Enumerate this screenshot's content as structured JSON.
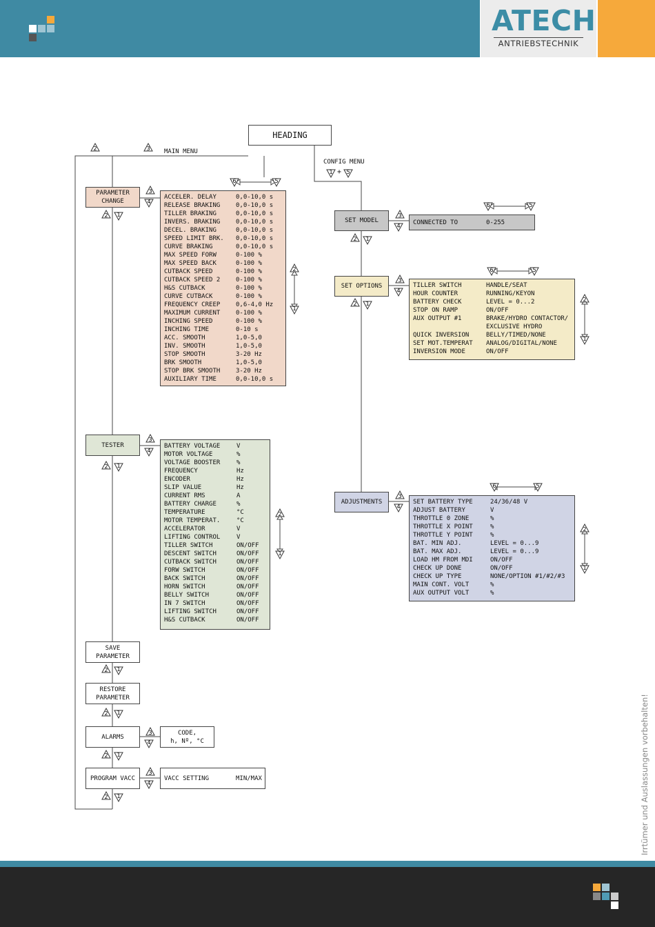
{
  "brand": {
    "name": "ATECH",
    "sub": "ANTRIEBSTECHNIK"
  },
  "colors": {
    "header": "#3f8aa3",
    "accent": "#f6a93b",
    "footer": "#262626",
    "param_fill": "#f1d8c9",
    "tester_fill": "#dfe6d6",
    "model_fill": "#c7c7c7",
    "options_fill": "#f4ebc8",
    "adjust_fill": "#d0d4e5"
  },
  "disclaimer": "Irrtümer und Auslassungen vorbehalten!",
  "diagram": {
    "heading": "HEADING",
    "main_menu_label": "MAIN MENU",
    "config_menu_label": "CONFIG MENU",
    "plus": "+",
    "keys": {
      "k1": "1",
      "k2": "2",
      "k3": "3",
      "k4": "4",
      "k5": "5",
      "k6": "6"
    },
    "menu": {
      "parameter_change": "PARAMETER\nCHANGE",
      "tester": "TESTER",
      "save_parameter": "SAVE\nPARAMETER",
      "restore_parameter": "RESTORE\nPARAMETER",
      "alarms": "ALARMS",
      "program_vacc": "PROGRAM VACC",
      "set_model": "SET MODEL",
      "set_options": "SET OPTIONS",
      "adjustments": "ADJUSTMENTS"
    },
    "parameters": [
      [
        "ACCELER. DELAY",
        "0,0-10,0 s"
      ],
      [
        "RELEASE BRAKING",
        "0,0-10,0 s"
      ],
      [
        "TILLER BRAKING",
        "0,0-10,0 s"
      ],
      [
        "INVERS. BRAKING",
        "0,0-10,0 s"
      ],
      [
        "DECEL. BRAKING",
        "0,0-10,0 s"
      ],
      [
        "SPEED LIMIT BRK.",
        "0,0-10,0 s"
      ],
      [
        "CURVE BRAKING",
        "0,0-10,0 s"
      ],
      [
        "MAX SPEED FORW",
        "0-100 %"
      ],
      [
        "MAX SPEED BACK",
        "0-100 %"
      ],
      [
        "CUTBACK SPEED",
        "0-100 %"
      ],
      [
        "CUTBACK SPEED 2",
        "0-100 %"
      ],
      [
        "H&S CUTBACK",
        "0-100 %"
      ],
      [
        "CURVE CUTBACK",
        "0-100 %"
      ],
      [
        "FREQUENCY CREEP",
        "0,6-4,0 Hz"
      ],
      [
        "MAXIMUM CURRENT",
        "0-100 %"
      ],
      [
        "INCHING SPEED",
        "0-100 %"
      ],
      [
        "INCHING TIME",
        "0-10 s"
      ],
      [
        "ACC. SMOOTH",
        "1,0-5,0"
      ],
      [
        "INV. SMOOTH",
        "1,0-5,0"
      ],
      [
        "STOP SMOOTH",
        "3-20 Hz"
      ],
      [
        "BRK SMOOTH",
        "1,0-5,0"
      ],
      [
        "STOP BRK SMOOTH",
        "3-20 Hz"
      ],
      [
        "AUXILIARY TIME",
        "0,0-10,0 s"
      ]
    ],
    "tester": [
      [
        "BATTERY VOLTAGE",
        "V"
      ],
      [
        "MOTOR VOLTAGE",
        "%"
      ],
      [
        "VOLTAGE BOOSTER",
        "%"
      ],
      [
        "FREQUENCY",
        "Hz"
      ],
      [
        "ENCODER",
        "Hz"
      ],
      [
        "SLIP VALUE",
        "Hz"
      ],
      [
        "CURRENT RMS",
        "A"
      ],
      [
        "BATTERY CHARGE",
        "%"
      ],
      [
        "TEMPERATURE",
        "°C"
      ],
      [
        "MOTOR TEMPERAT.",
        "°C"
      ],
      [
        "ACCELERATOR",
        "V"
      ],
      [
        "LIFTING CONTROL",
        "V"
      ],
      [
        "TILLER SWITCH",
        "ON/OFF"
      ],
      [
        "DESCENT SWITCH",
        "ON/OFF"
      ],
      [
        "CUTBACK SWITCH",
        "ON/OFF"
      ],
      [
        "FORW SWITCH",
        "ON/OFF"
      ],
      [
        "BACK SWITCH",
        "ON/OFF"
      ],
      [
        "HORN SWITCH",
        "ON/OFF"
      ],
      [
        "BELLY SWITCH",
        "ON/OFF"
      ],
      [
        "IN 7 SWITCH",
        "ON/OFF"
      ],
      [
        "LIFTING SWITCH",
        "ON/OFF"
      ],
      [
        "H&S CUTBACK",
        "ON/OFF"
      ]
    ],
    "alarms_detail": "CODE,\nh, Nº, °C",
    "vacc": [
      "VACC SETTING",
      "MIN/MAX"
    ],
    "set_model_detail": [
      "CONNECTED TO",
      "0-255"
    ],
    "options": [
      [
        "TILLER SWITCH",
        "HANDLE/SEAT"
      ],
      [
        "HOUR COUNTER",
        "RUNNING/KEYON"
      ],
      [
        "BATTERY CHECK",
        "LEVEL = 0...2"
      ],
      [
        "STOP ON RAMP",
        "ON/OFF"
      ],
      [
        "AUX OUTPUT #1",
        "BRAKE/HYDRO CONTACTOR/"
      ],
      [
        "",
        "EXCLUSIVE HYDRO"
      ],
      [
        "QUICK INVERSION",
        "BELLY/TIMED/NONE"
      ],
      [
        "SET MOT.TEMPERAT",
        "ANALOG/DIGITAL/NONE"
      ],
      [
        "INVERSION MODE",
        "ON/OFF"
      ]
    ],
    "adjustments": [
      [
        "SET BATTERY TYPE",
        "24/36/48 V"
      ],
      [
        "ADJUST BATTERY",
        "V"
      ],
      [
        "THROTTLE 0 ZONE",
        "%"
      ],
      [
        "THROTTLE X POINT",
        "%"
      ],
      [
        "THROTTLE Y POINT",
        "%"
      ],
      [
        "BAT. MIN ADJ.",
        "LEVEL = 0...9"
      ],
      [
        "BAT. MAX ADJ.",
        "LEVEL = 0...9"
      ],
      [
        "LOAD HM FROM MDI",
        "ON/OFF"
      ],
      [
        "CHECK UP DONE",
        "ON/OFF"
      ],
      [
        "CHECK UP TYPE",
        "NONE/OPTION #1/#2/#3"
      ],
      [
        "MAIN CONT. VOLT",
        "%"
      ],
      [
        "AUX OUTPUT VOLT",
        "%"
      ]
    ]
  }
}
